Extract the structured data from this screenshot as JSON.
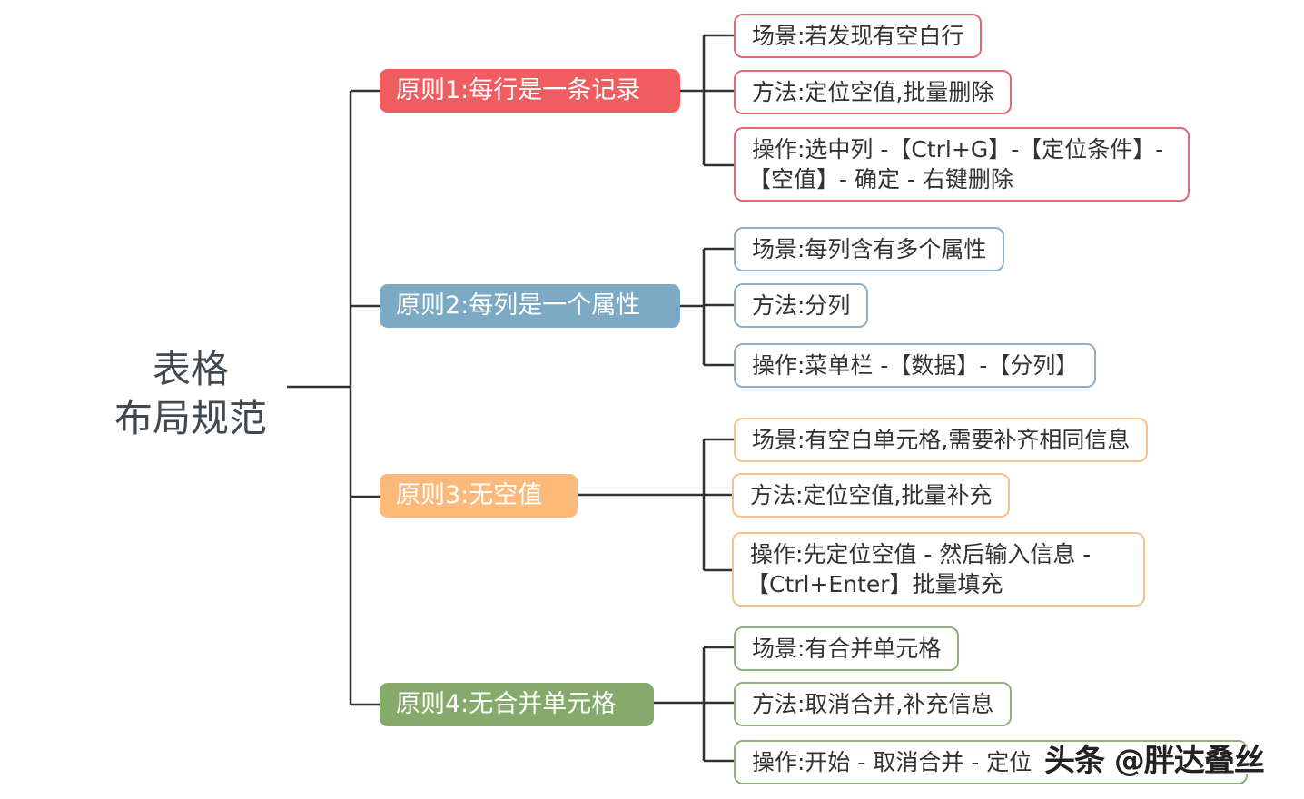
{
  "root": {
    "line1": "表格",
    "line2": "布局规范"
  },
  "colors": {
    "connector": "#333333",
    "p1": "#ef5d60",
    "p2": "#7ca9c4",
    "p3": "#fbb97a",
    "p4": "#86a96c"
  },
  "principles": [
    {
      "label": "原则1:每行是一条记录",
      "items": [
        {
          "line1": "场景:若发现有空白行"
        },
        {
          "line1": "方法:定位空值,批量删除"
        },
        {
          "line1": "操作:选中列 -【Ctrl+G】-【定位条件】-",
          "line2": "【空值】- 确定 - 右键删除"
        }
      ]
    },
    {
      "label": "原则2:每列是一个属性",
      "items": [
        {
          "line1": "场景:每列含有多个属性"
        },
        {
          "line1": "方法:分列"
        },
        {
          "line1": "操作:菜单栏 -【数据】-【分列】"
        }
      ]
    },
    {
      "label": "原则3:无空值",
      "items": [
        {
          "line1": "场景:有空白单元格,需要补齐相同信息"
        },
        {
          "line1": "方法:定位空值,批量补充"
        },
        {
          "line1": "操作:先定位空值 - 然后输入信息 -",
          "line2": "【Ctrl+Enter】批量填充"
        }
      ]
    },
    {
      "label": "原则4:无合并单元格",
      "items": [
        {
          "line1": "场景:有合并单元格"
        },
        {
          "line1": "方法:取消合并,补充信息"
        },
        {
          "line1": "操作:开始 - 取消合并 - 定位"
        }
      ]
    }
  ],
  "watermark": "头条 @胖达叠丝"
}
